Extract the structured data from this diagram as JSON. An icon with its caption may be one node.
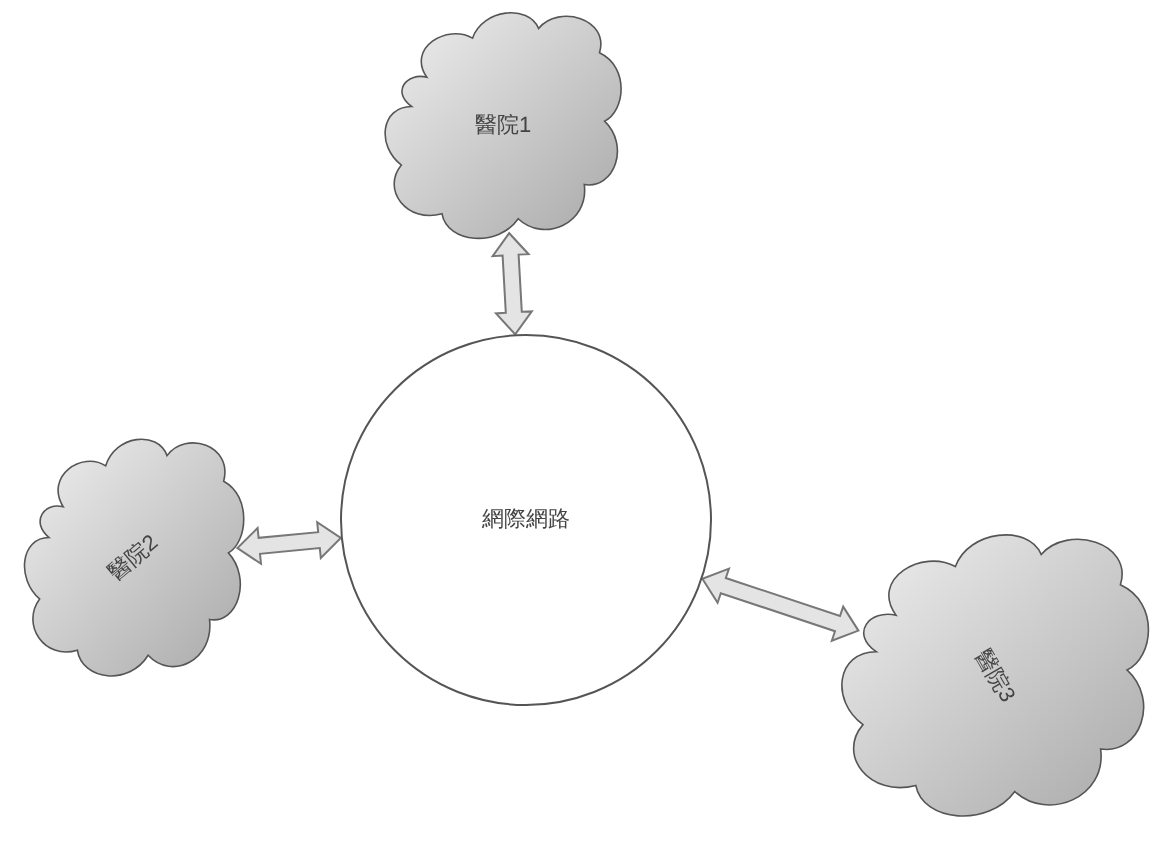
{
  "diagram": {
    "nodes": [
      {
        "text": [
          "網際網路"
        ]
      },
      {
        "text": [
          "醫院1"
        ]
      },
      {
        "text": [
          "醫院2"
        ]
      },
      {
        "text": [
          "醫院3"
        ]
      }
    ],
    "edges": [
      {
        "from": 1,
        "to": 0,
        "arrow": "both"
      },
      {
        "from": 2,
        "to": 0,
        "arrow": "both"
      },
      {
        "from": 0,
        "to": 3,
        "arrow": "both"
      }
    ]
  }
}
